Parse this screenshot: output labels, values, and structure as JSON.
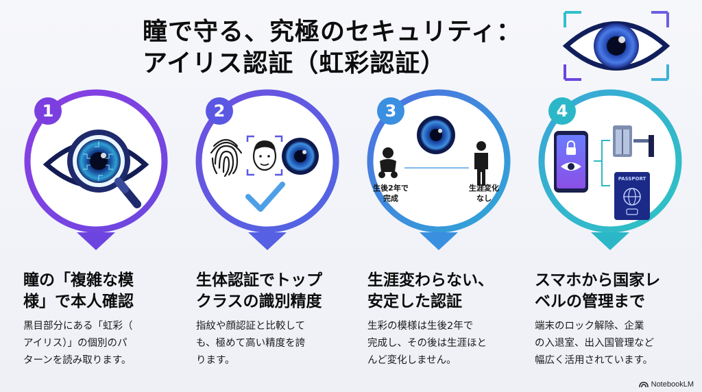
{
  "title": {
    "line1": "瞳で守る、究極のセキュリティ：",
    "line2": "アイリス認証（虹彩認証）"
  },
  "colors": {
    "step1": "#7b3fe0",
    "step2": "#5a57e2",
    "step3": "#3b8fe0",
    "step4": "#2bb7c7"
  },
  "steps": [
    {
      "number": "1",
      "heading": "瞳の「複雑な模\n様」で本人確認",
      "description": "黒目部分にある「虹彩（\nアイリス）」の個別のパ\nターンを読み取ります。",
      "icons": [
        "eye-icon",
        "magnifier-icon"
      ]
    },
    {
      "number": "2",
      "heading": "生体認証でトップ\nクラスの識別精度",
      "description": "指紋や顔認証と比較して\nも、極めて高い精度を誇\nります。",
      "icons": [
        "fingerprint-icon",
        "face-icon",
        "iris-icon",
        "check-icon"
      ]
    },
    {
      "number": "3",
      "heading": "生涯変わらない、\n安定した認証",
      "description": "生彩の模様は生後2年で\n完成し、その後は生涯ほと\nんど変化しません。",
      "label_baby": "生後2年で\n完成",
      "label_adult": "生涯変化\nなし",
      "icons": [
        "iris-icon",
        "baby-icon",
        "person-icon"
      ]
    },
    {
      "number": "4",
      "heading": "スマホから国家レ\nベルの管理まで",
      "description": "端末のロック解除、企業\nの入退室、出入国管理など\n幅広く活用されています。",
      "passport_label": "PASSPORT",
      "icons": [
        "smartphone-icon",
        "gate-icon",
        "passport-icon"
      ]
    }
  ],
  "brand": {
    "label": "NotebookLM",
    "icon": "notebooklm-icon"
  }
}
